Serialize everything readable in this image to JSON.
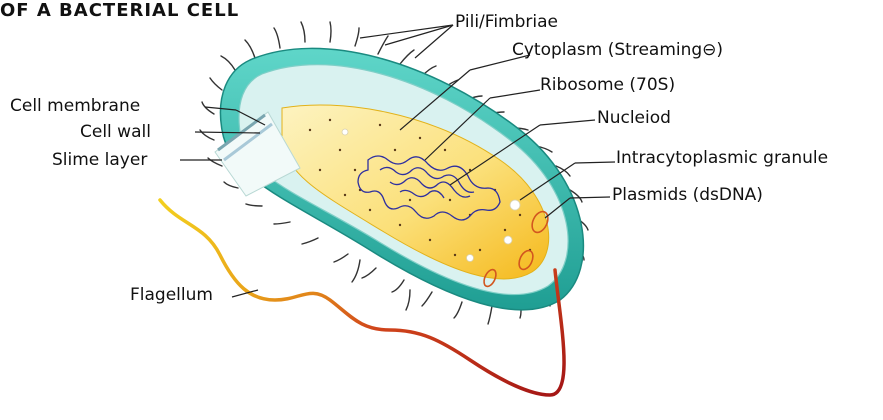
{
  "title": "OF A BACTERIAL CELL",
  "labels": {
    "pili": "Pili/Fimbriae",
    "cytoplasm": "Cytoplasm (Streaming⊖)",
    "ribosome": "Ribosome (70S)",
    "nucleoid": "Nucleiod",
    "cell_membrane": "Cell membrane",
    "cell_wall": "Cell wall",
    "slime_layer": "Slime layer",
    "granule": "Intracytoplasmic granule",
    "plasmids": "Plasmids (dsDNA)",
    "flagellum": "Flagellum"
  },
  "colors": {
    "slime": "#3cc3b5",
    "slime_dark": "#1f9e93",
    "wall": "#d9f2f0",
    "cytoplasm": "#fbe58a",
    "cytoplasm_deep": "#f6c21c",
    "nucleoid": "#2e2fa0",
    "plasmid": "#d2561f",
    "flagellum_start": "#f3d01f",
    "flagellum_end": "#b31a1a"
  }
}
